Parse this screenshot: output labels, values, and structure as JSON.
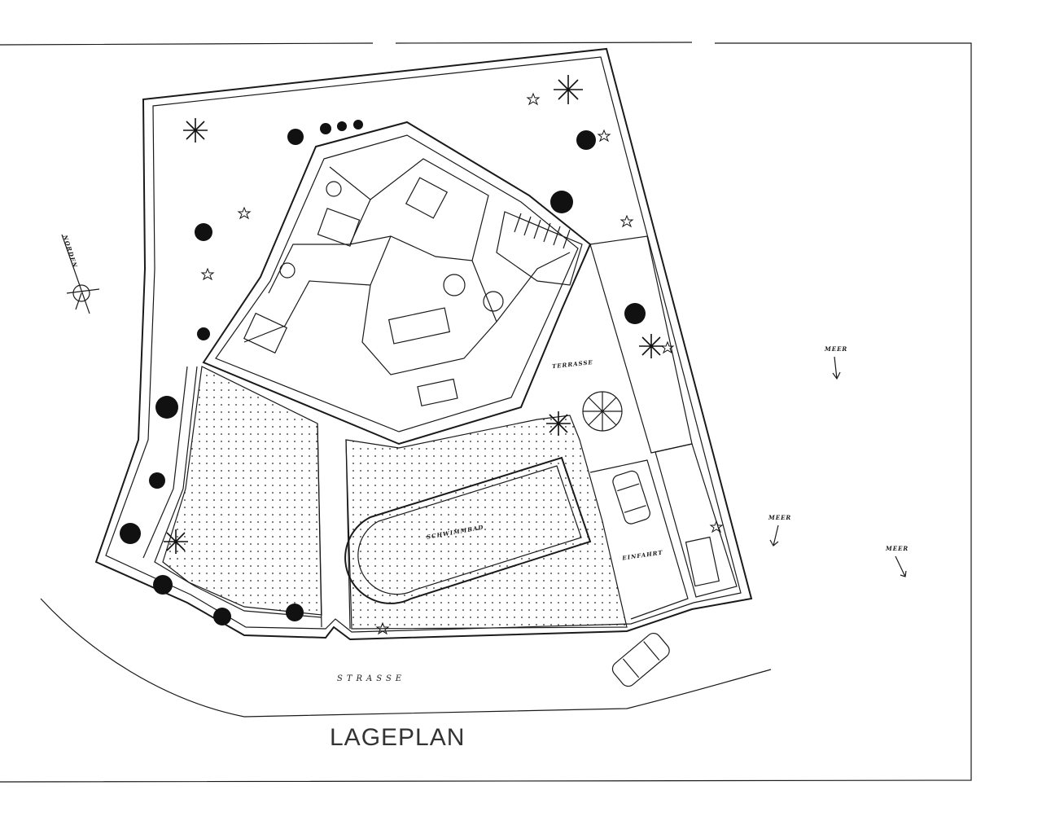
{
  "title": "LAGEPLAN",
  "labels": {
    "street": "STRASSE",
    "pool": "SCHWIMMBAD",
    "terrace": "TERRASSE",
    "driveway": "EINFAHRT",
    "sea_1": "MEER",
    "sea_2": "MEER",
    "sea_3": "MEER",
    "north": "NORDEN"
  },
  "icons": {
    "north_arrow": "compass-rose-icon",
    "sea_arrow": "arrow-down-icon",
    "car": "car-icon",
    "tree": "tree-icon",
    "palm": "palm-icon",
    "star_shrub": "star-shrub-icon"
  }
}
